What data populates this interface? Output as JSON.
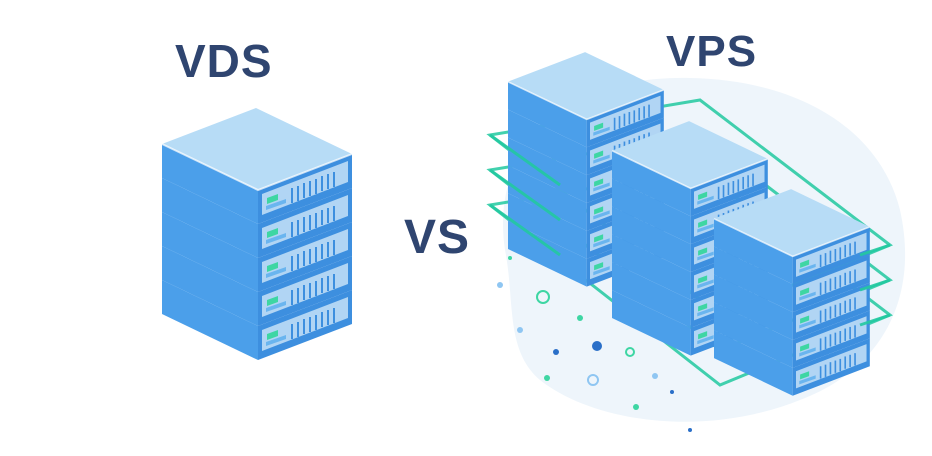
{
  "labels": {
    "vds": "VDS",
    "vs": "VS",
    "vps": "VPS"
  },
  "colors": {
    "title": "#2f4570",
    "server_top": "#b7dcf6",
    "server_front": "#4b9fea",
    "server_side": "#3d8fdf",
    "panel_light": "#c6e2f8",
    "indicator": "#3ed6a3",
    "network_ring": "#22c9a0",
    "backdrop": "#eef5fb"
  },
  "icons": {
    "vds": "server-rack-icon",
    "vps": "server-cluster-icon"
  }
}
